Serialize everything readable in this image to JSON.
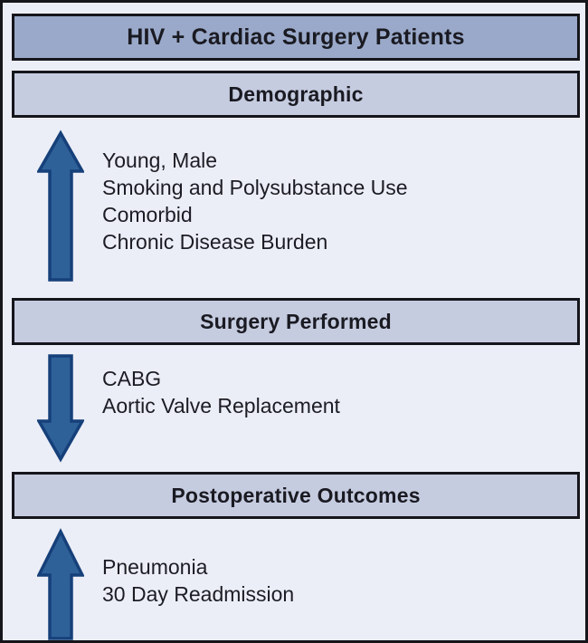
{
  "figure": {
    "background_color": "#eceef7",
    "border_color": "#15151c",
    "title_banner_color": "#9aa9c9",
    "section_banner_color": "#c6cce0",
    "arrow_fill_color": "#2f6199",
    "arrow_outline_color": "#16407a",
    "text_color": "#1a1a22"
  },
  "title": {
    "label": "HIV + Cardiac Surgery Patients"
  },
  "sections": [
    {
      "banner": "Demographic",
      "arrow_direction": "up",
      "items": [
        "Young, Male",
        "Smoking and Polysubstance Use",
        "Comorbid",
        "Chronic Disease Burden"
      ]
    },
    {
      "banner": "Surgery Performed",
      "arrow_direction": "down",
      "items": [
        "CABG",
        "Aortic Valve Replacement"
      ]
    },
    {
      "banner": "Postoperative Outcomes",
      "arrow_direction": "up",
      "items": [
        "Pneumonia",
        "30 Day Readmission"
      ]
    }
  ]
}
